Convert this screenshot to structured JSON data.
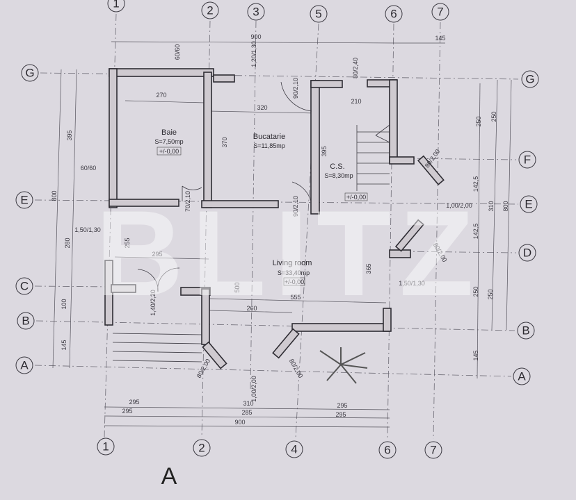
{
  "axes": {
    "top": [
      "1",
      "2",
      "3",
      "5",
      "6",
      "7"
    ],
    "bottom": [
      "1",
      "2",
      "4",
      "6",
      "7"
    ],
    "left": [
      "G",
      "E",
      "C",
      "B",
      "A"
    ],
    "right": [
      "G",
      "F",
      "E",
      "D",
      "B",
      "A"
    ]
  },
  "rooms": {
    "baie": {
      "name": "Baie",
      "area": "S=7,50mp",
      "level": "+/-0,00"
    },
    "bucatarie": {
      "name": "Bucatarie",
      "area": "S=11,85mp"
    },
    "cs": {
      "name": "C.S.",
      "area": "S=8,30mp",
      "level": "+/-0,00"
    },
    "living": {
      "name": "Living room",
      "area": "S=33,40mp",
      "level": "+/-0,00"
    }
  },
  "dimensions": {
    "top_total": "900",
    "top_right": "145",
    "w1": "60/60",
    "w2": "1,20/1,30",
    "w3": "80/2,40",
    "d1": "90/2,10",
    "baie_w": "270",
    "buc_w": "320",
    "cs_w": "210",
    "left_395": "395",
    "buc_h": "370",
    "cs_h": "395",
    "r_250a": "250",
    "r_250b": "250",
    "w4": "60/60",
    "w5": "80/2,00",
    "r_1425a": "142,5",
    "left_800": "800",
    "d2": "70/2,10",
    "d3": "90/2,10",
    "w6": "1,00/2,00",
    "r_310": "310",
    "r_800": "800",
    "w7": "1,50/1,30",
    "left_280": "280",
    "l_255": "255",
    "l_295": "295",
    "r_1425b": "142,5",
    "w8": "80/2,00",
    "l_365": "365",
    "l_500": "500",
    "w9": "1,50/1,30",
    "r_250c": "250",
    "r_250d": "250",
    "l_555": "555",
    "d4": "1,40/2,20",
    "left_100": "100",
    "l_260": "260",
    "left_145": "145",
    "w10": "80/2,00",
    "w11": "80/2,00",
    "w12": "1,00/2,00",
    "r_145": "145",
    "b1": [
      "295",
      "310",
      "295"
    ],
    "b2": [
      "295",
      "285",
      "295"
    ],
    "b_total": "900"
  },
  "section_label": "A",
  "watermark": "BLITZ"
}
